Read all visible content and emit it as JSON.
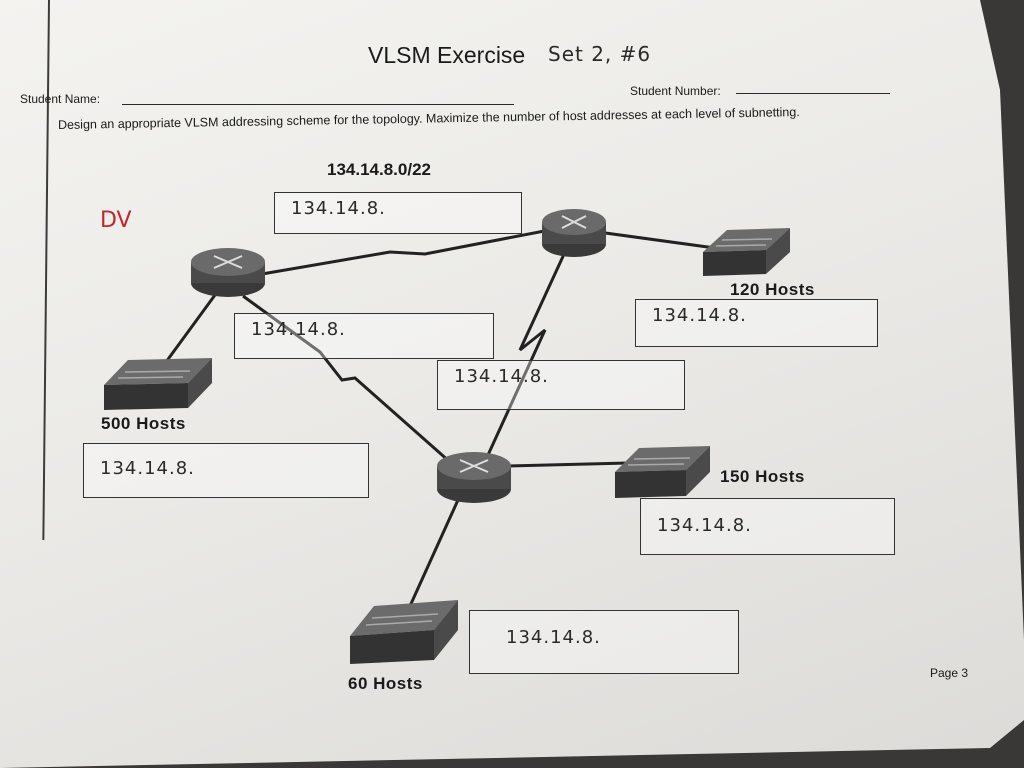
{
  "worksheet": {
    "title": "VLSM Exercise",
    "title_handwritten": "Set 2, #6",
    "student_name_label": "Student Name:",
    "student_number_label": "Student Number:",
    "instructions": "Design an appropriate VLSM addressing scheme for the topology.  Maximize the number of host addresses at each level of subnetting.",
    "network_address": "134.14.8.0/22",
    "margin_note": "DV",
    "page_label": "Page 3"
  },
  "answer_boxes": [
    {
      "id": "top-link",
      "text": "134.14.8."
    },
    {
      "id": "left-link",
      "text": "134.14.8."
    },
    {
      "id": "center-link",
      "text": "134.14.8."
    },
    {
      "id": "lan-120",
      "text": "134.14.8."
    },
    {
      "id": "lan-500",
      "text": "134.14.8."
    },
    {
      "id": "lan-150",
      "text": "134.14.8."
    },
    {
      "id": "lan-60",
      "text": "134.14.8."
    }
  ],
  "lans": [
    {
      "id": "lan-120",
      "label": "120 Hosts"
    },
    {
      "id": "lan-500",
      "label": "500 Hosts"
    },
    {
      "id": "lan-150",
      "label": "150 Hosts"
    },
    {
      "id": "lan-60",
      "label": "60 Hosts"
    }
  ],
  "colors": {
    "paper": "#efeeeb",
    "ink": "#1a1a1a",
    "red_pen": "#c0282a",
    "device": "#4a4a4a"
  }
}
